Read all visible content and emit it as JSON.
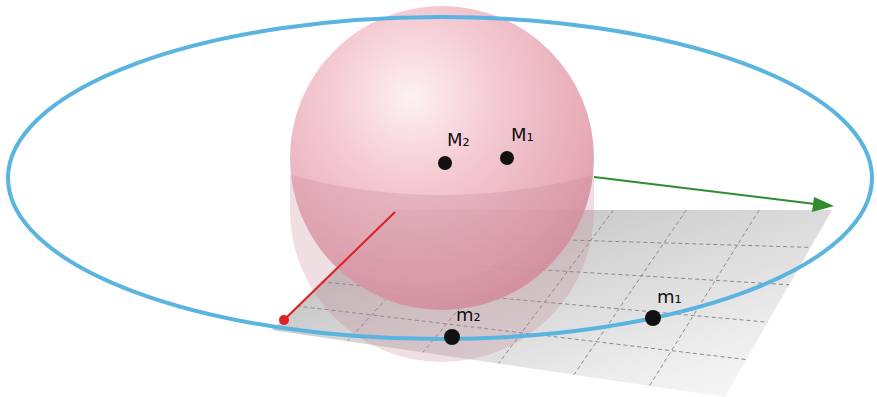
{
  "diagram": {
    "labels": [
      "M₂",
      "M₁",
      "m₂",
      "m₁"
    ]
  }
}
